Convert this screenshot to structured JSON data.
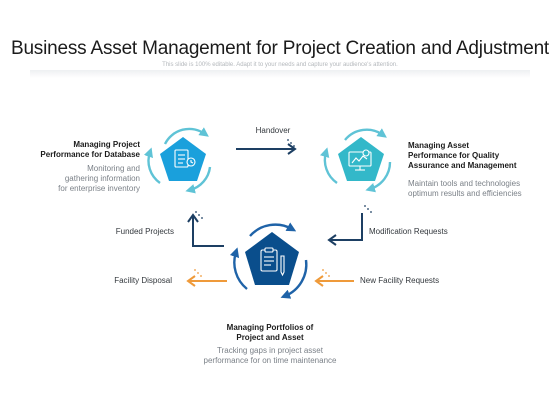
{
  "title": "Business Asset Management for Project Creation and Adjustment",
  "subtitle": "This slide is 100% editable. Adapt it to your needs and capture your audience's attention.",
  "colors": {
    "pentagon_left": "#1aa0dc",
    "pentagon_right": "#33b8c9",
    "pentagon_bottom": "#0a4e8c",
    "cycle_arrow_light": "#5fc3d6",
    "cycle_arrow_dark": "#1f63a8",
    "flow_arrow_navy": "#1d3f63",
    "flow_arrow_orange": "#ef9a3a"
  },
  "nodes": {
    "left": {
      "icon": "database-checklist-icon",
      "title_line1": "Managing Project",
      "title_line2": "Performance for Database",
      "desc_line1": "Monitoring and",
      "desc_line2": "gathering information",
      "desc_line3": "for enterprise inventory"
    },
    "right": {
      "icon": "monitor-chart-icon",
      "title_line1": "Managing Asset",
      "title_line2": "Performance for Quality",
      "title_line3": "Assurance and Management",
      "desc_line1": "Maintain tools and technologies",
      "desc_line2": "optimum results and efficiencies"
    },
    "bottom": {
      "icon": "clipboard-pencil-icon",
      "title_line1": "Managing Portfolios of",
      "title_line2": "Project and Asset",
      "desc_line1": "Tracking gaps in project asset",
      "desc_line2": "performance for on time maintenance"
    }
  },
  "flows": {
    "handover": "Handover",
    "funded_projects": "Funded Projects",
    "modification_requests": "Modification Requests",
    "facility_disposal": "Facility  Disposal",
    "new_facility_requests": "New Facility  Requests"
  }
}
